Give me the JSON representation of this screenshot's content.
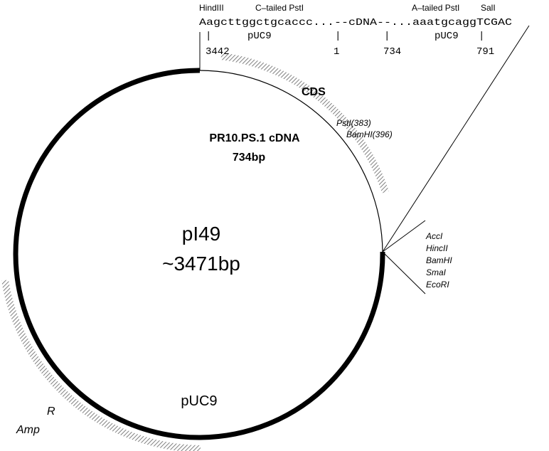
{
  "plasmid": {
    "name": "pI49",
    "size": "~3471bp",
    "vector_label": "pUC9"
  },
  "insert": {
    "name": "PR10.PS.1 cDNA",
    "size": "734bp",
    "cds_label": "CDS"
  },
  "internal_sites": [
    "PstI(383)",
    "BamHI(396)"
  ],
  "polylinker_sites": [
    "AccI",
    "HincII",
    "BamHI",
    "SmaI",
    "EcoRI"
  ],
  "amp": {
    "main": "Amp",
    "superscript": "R"
  },
  "junction": {
    "site_labels": {
      "hindiii": "HindIII",
      "c_pst": "C–tailed PstI",
      "a_pst": "A–tailed PstI",
      "sali": "SalI"
    },
    "sequence": "Aagcttggctgcaccc...--cDNA--...aaatgcaggTCGAC",
    "left_vector": "pUC9",
    "right_vector": "pUC9",
    "ticks": "|",
    "positions": [
      "3442",
      "1",
      "734",
      "791"
    ]
  },
  "colors": {
    "ink": "#000000",
    "hatch": "#808080",
    "background": "#ffffff"
  }
}
